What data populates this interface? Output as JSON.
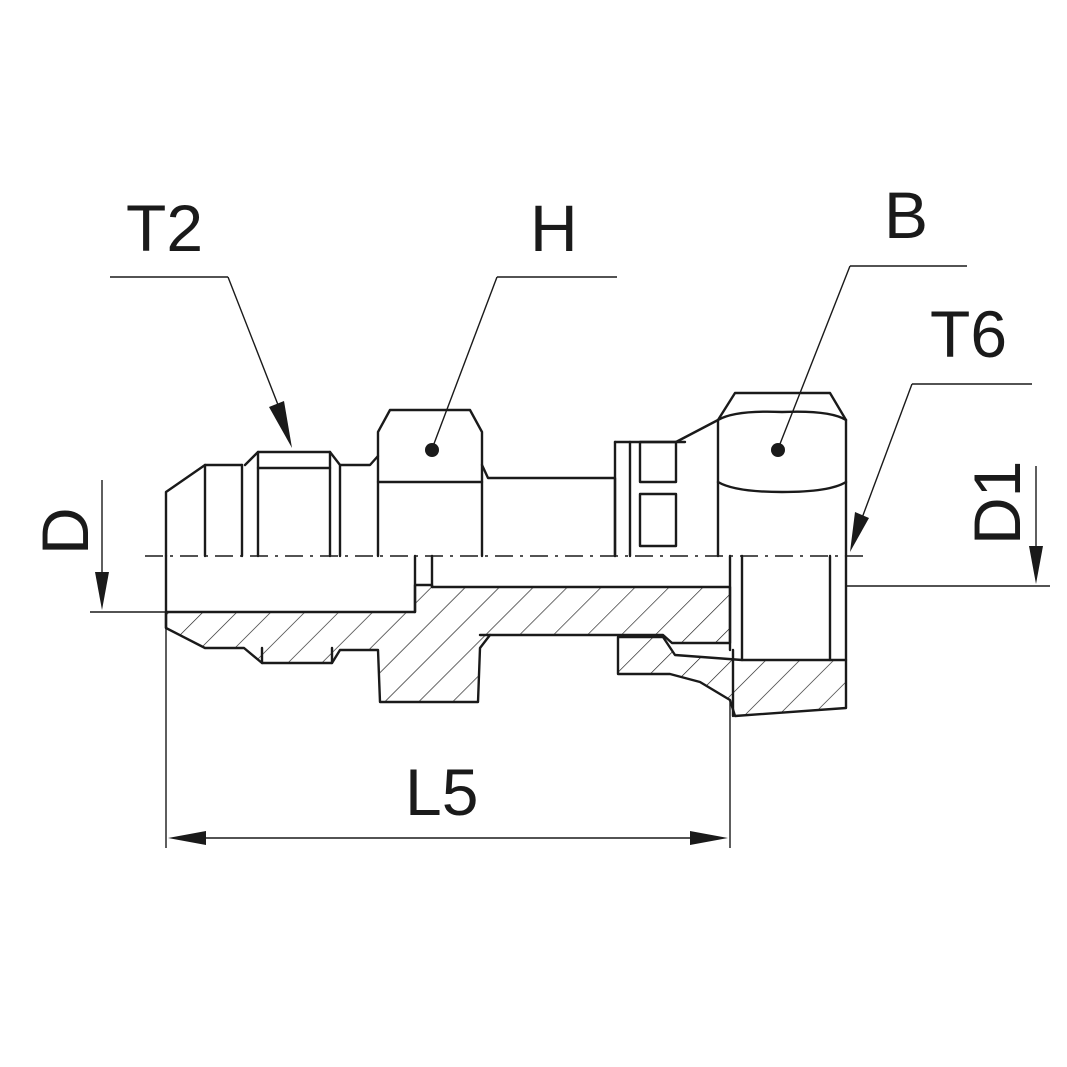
{
  "labels": {
    "t2": "T2",
    "h": "H",
    "b": "B",
    "t6": "T6",
    "d": "D",
    "d1": "D1",
    "l5": "L5"
  }
}
